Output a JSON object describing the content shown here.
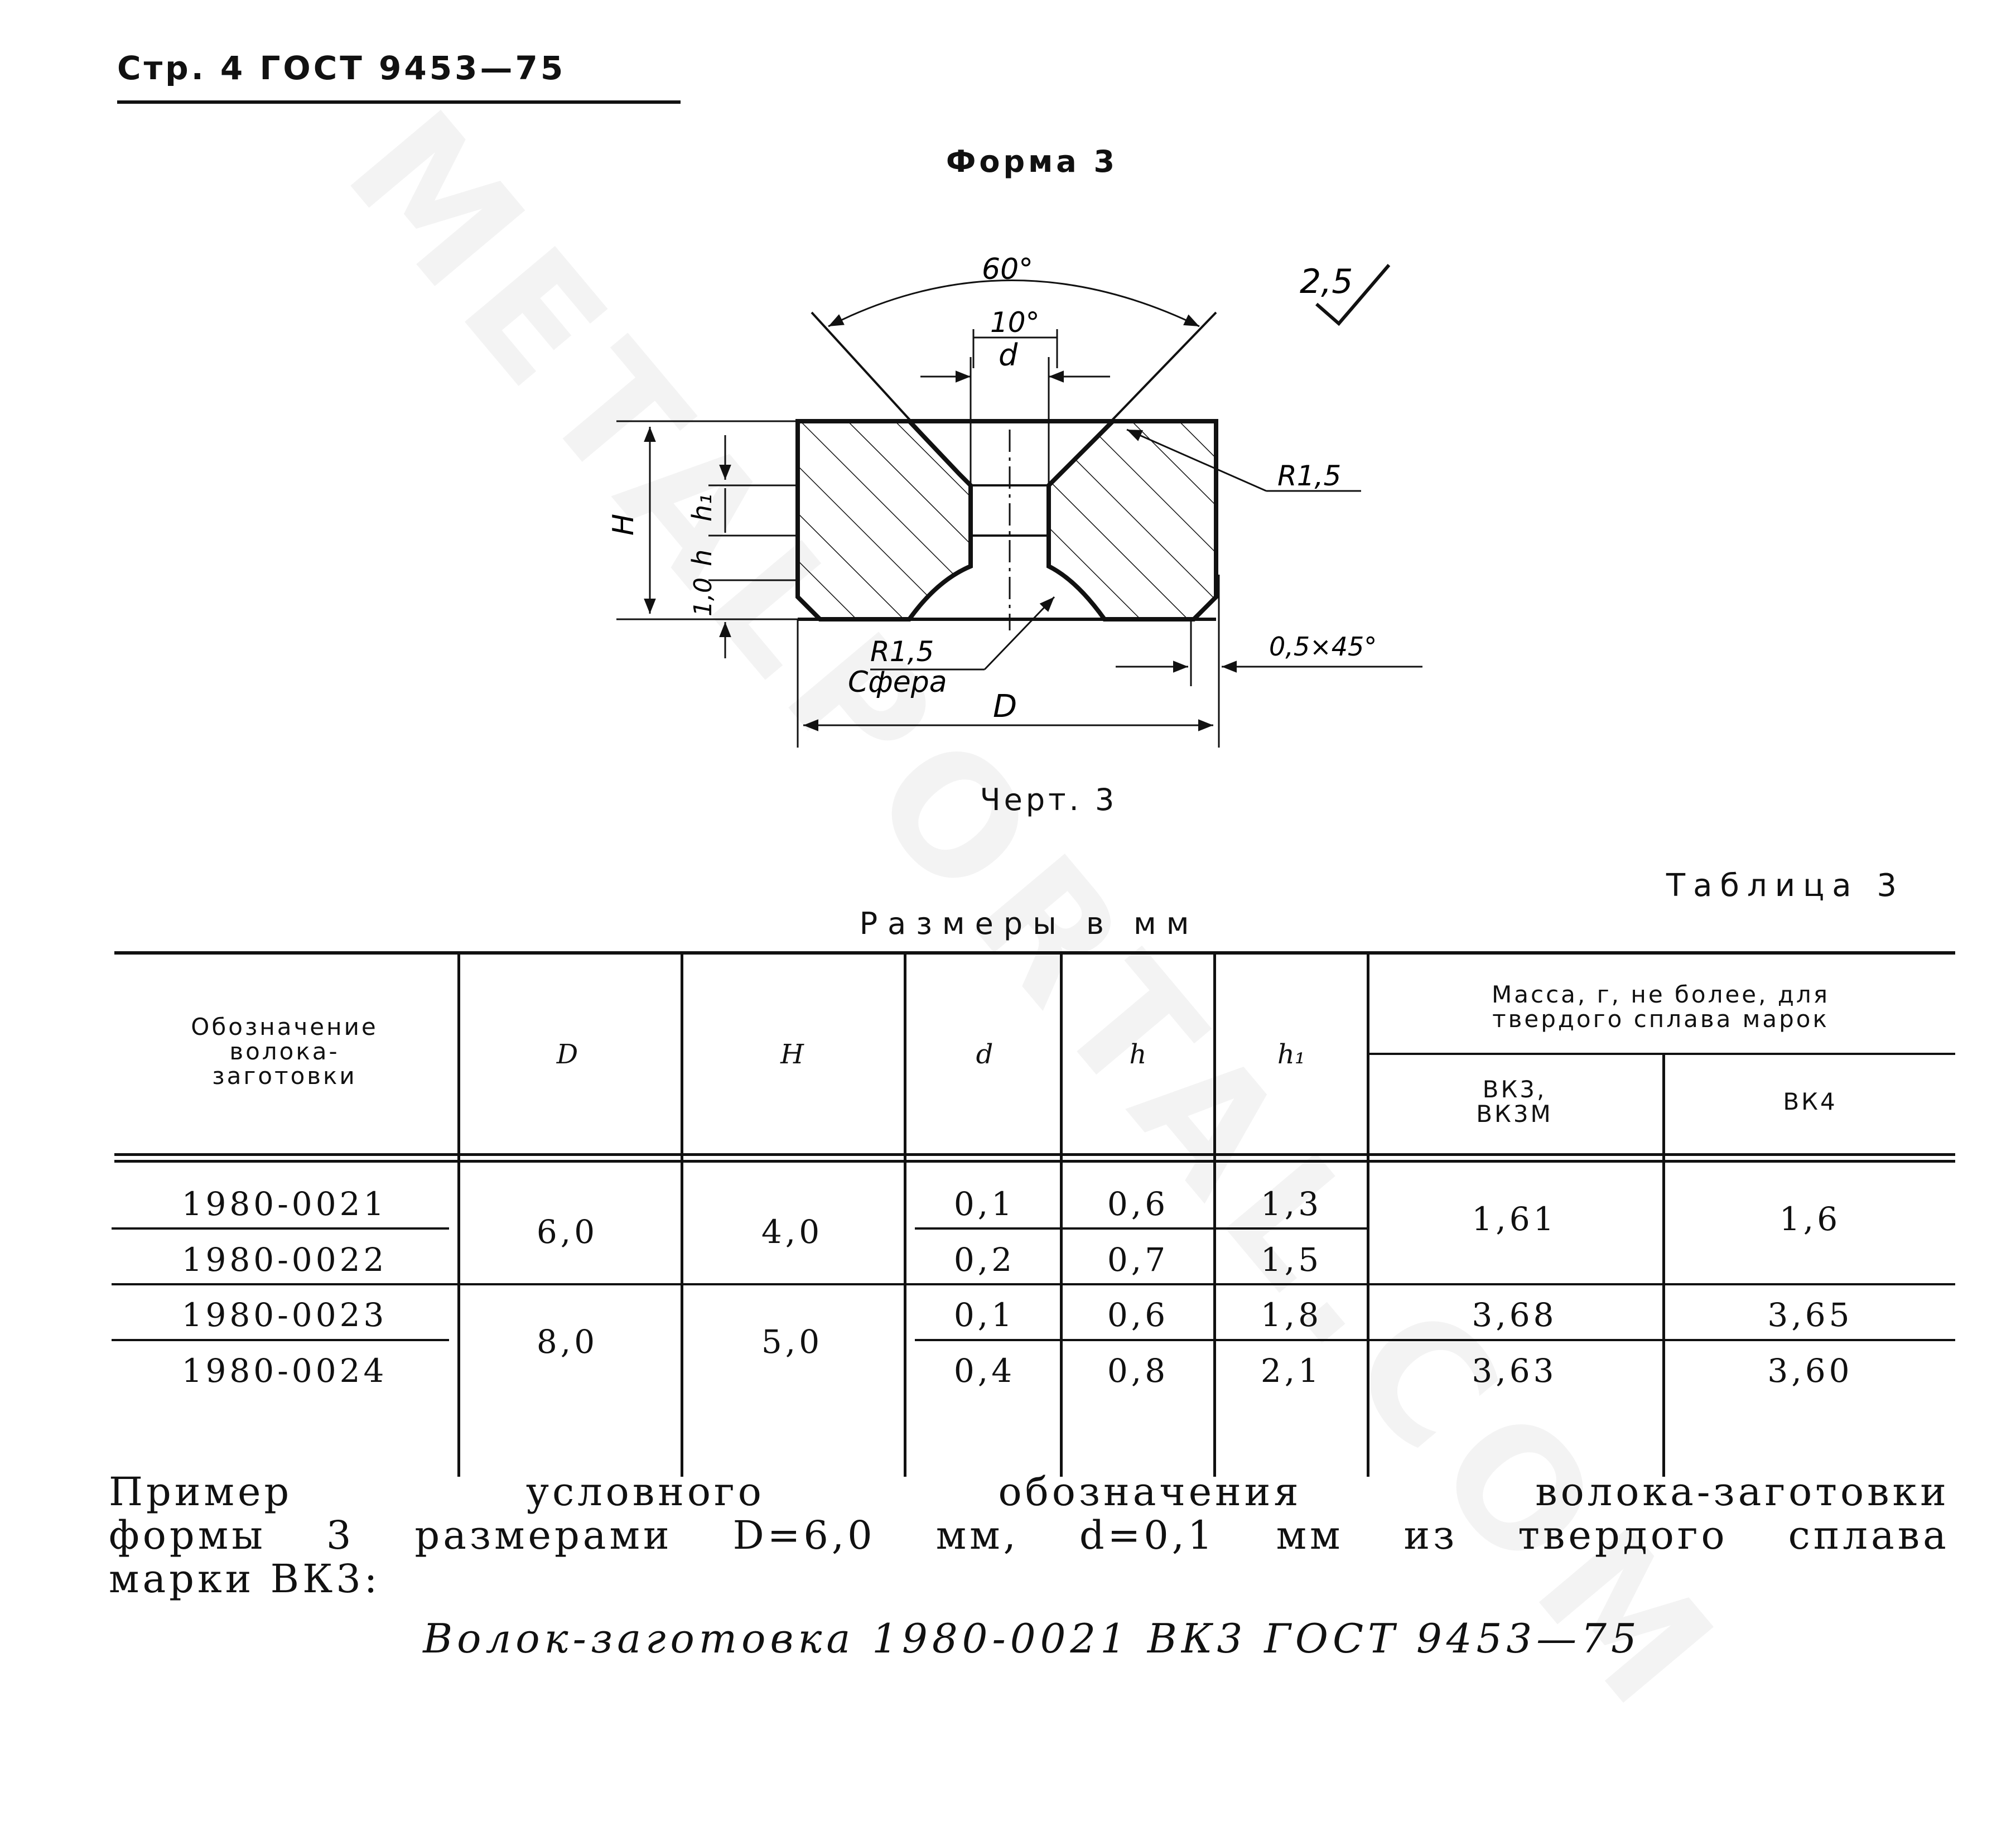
{
  "header": {
    "text": "Стр. 4 ГОСТ 9453—75"
  },
  "watermark": "METALPORTAL.COM",
  "form_title": "Форма 3",
  "drawing": {
    "labels": {
      "angle_60": "60°",
      "angle_10": "10°",
      "d": "d",
      "roughness": "2,5",
      "r_top": "R1,5",
      "H": "H",
      "h1": "h₁",
      "h": "h",
      "one": "1,0",
      "r_bottom": "R1,5",
      "sphere": "Сфера",
      "D": "D",
      "chamfer": "0,5×45°"
    },
    "caption": "Черт. 3"
  },
  "table": {
    "number": "Таблица 3",
    "units": "Размеры в мм",
    "headers": {
      "designation": [
        "Обозначение",
        "волока-",
        "заготовки"
      ],
      "D": "D",
      "H": "H",
      "d": "d",
      "h": "h",
      "h1": "h₁",
      "mass": [
        "Масса, г, не более, для",
        "твердого сплава марок"
      ],
      "vk3": [
        "ВК3,",
        "ВК3М"
      ],
      "vk4": "ВК4"
    },
    "rows": [
      {
        "designation": "1980-0021",
        "d": "0,1",
        "h": "0,6",
        "h1": "1,3"
      },
      {
        "designation": "1980-0022",
        "d": "0,2",
        "h": "0,7",
        "h1": "1,5"
      },
      {
        "designation": "1980-0023",
        "d": "0,1",
        "h": "0,6",
        "h1": "1,8",
        "vk3": "3,68",
        "vk4": "3,65"
      },
      {
        "designation": "1980-0024",
        "d": "0,4",
        "h": "0,8",
        "h1": "2,1",
        "vk3": "3,63",
        "vk4": "3,60"
      }
    ],
    "groups": [
      {
        "D": "6,0",
        "H": "4,0",
        "vk3": "1,61",
        "vk4": "1,6"
      },
      {
        "D": "8,0",
        "H": "5,0"
      }
    ]
  },
  "example": {
    "line1": [
      "Пример",
      "условного",
      "обозначения",
      "волока-заготовки"
    ],
    "line2": [
      "формы",
      "3",
      "размерами",
      "D=6,0",
      "мм,",
      "d=0,1",
      "мм",
      "из",
      "твердого",
      "сплава"
    ],
    "line3": "марки ВК3:",
    "designation": "Волок-заготовка 1980-0021 ВК3 ГОСТ 9453—75"
  }
}
